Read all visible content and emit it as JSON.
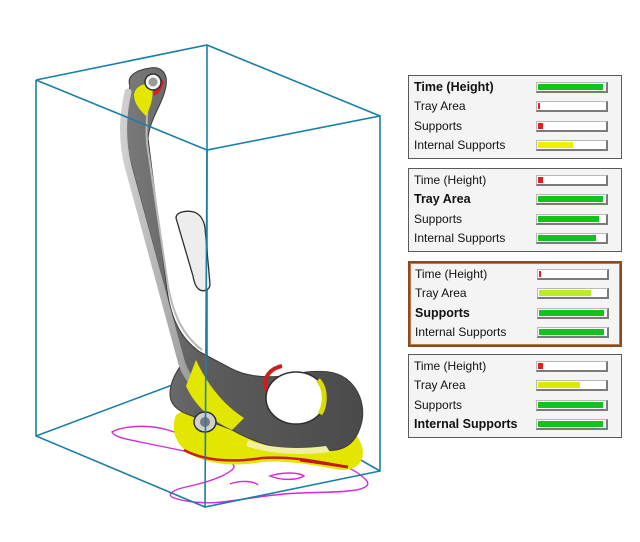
{
  "colors": {
    "high": "#12c31a",
    "medium": "#b8ec2a",
    "low_yellow": "#eef000",
    "low_red": "#e01e1e",
    "selected_border": "#8a4a1e",
    "bounding_box": "#1a7fa8",
    "support_outline": "#d22ad4"
  },
  "panels": [
    {
      "selected": false,
      "rows": [
        {
          "label": "Time (Height)",
          "bold": true,
          "value": 0.96,
          "color": "#12c31a"
        },
        {
          "label": "Tray Area",
          "bold": false,
          "value": 0.03,
          "color": "#e01e1e"
        },
        {
          "label": "Supports",
          "bold": false,
          "value": 0.07,
          "color": "#e01e1e"
        },
        {
          "label": "Internal Supports",
          "bold": false,
          "value": 0.52,
          "color": "#eef000"
        }
      ]
    },
    {
      "selected": false,
      "rows": [
        {
          "label": "Time (Height)",
          "bold": false,
          "value": 0.07,
          "color": "#e01e1e"
        },
        {
          "label": "Tray Area",
          "bold": true,
          "value": 0.96,
          "color": "#12c31a"
        },
        {
          "label": "Supports",
          "bold": false,
          "value": 0.9,
          "color": "#12c31a"
        },
        {
          "label": "Internal Supports",
          "bold": false,
          "value": 0.86,
          "color": "#12c31a"
        }
      ]
    },
    {
      "selected": true,
      "rows": [
        {
          "label": "Time (Height)",
          "bold": false,
          "value": 0.03,
          "color": "#e01e1e"
        },
        {
          "label": "Tray Area",
          "bold": false,
          "value": 0.76,
          "color": "#b8ec2a"
        },
        {
          "label": "Supports",
          "bold": true,
          "value": 0.96,
          "color": "#12c31a"
        },
        {
          "label": "Internal Supports",
          "bold": false,
          "value": 0.96,
          "color": "#12c31a"
        }
      ]
    },
    {
      "selected": false,
      "rows": [
        {
          "label": "Time (Height)",
          "bold": false,
          "value": 0.08,
          "color": "#e01e1e"
        },
        {
          "label": "Tray Area",
          "bold": false,
          "value": 0.62,
          "color": "#dce800"
        },
        {
          "label": "Supports",
          "bold": false,
          "value": 0.96,
          "color": "#12c31a"
        },
        {
          "label": "Internal Supports",
          "bold": true,
          "value": 0.96,
          "color": "#12c31a"
        }
      ]
    }
  ]
}
